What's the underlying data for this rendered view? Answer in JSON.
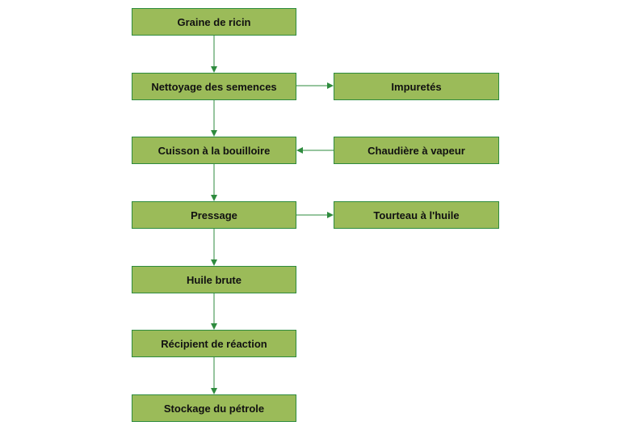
{
  "flowchart": {
    "steps": [
      "Graine de ricin",
      "Nettoyage des semences",
      "Cuisson à la bouilloire",
      "Pressage",
      "Huile brute",
      "Récipient de réaction",
      "Stockage du pétrole"
    ],
    "side_nodes": [
      "Impuretés",
      "Chaudière à vapeur",
      "Tourteau à l'huile"
    ]
  },
  "colors": {
    "box_fill": "#9bbb59",
    "box_border": "#2e8b3e",
    "connector": "#2e8b3e"
  }
}
